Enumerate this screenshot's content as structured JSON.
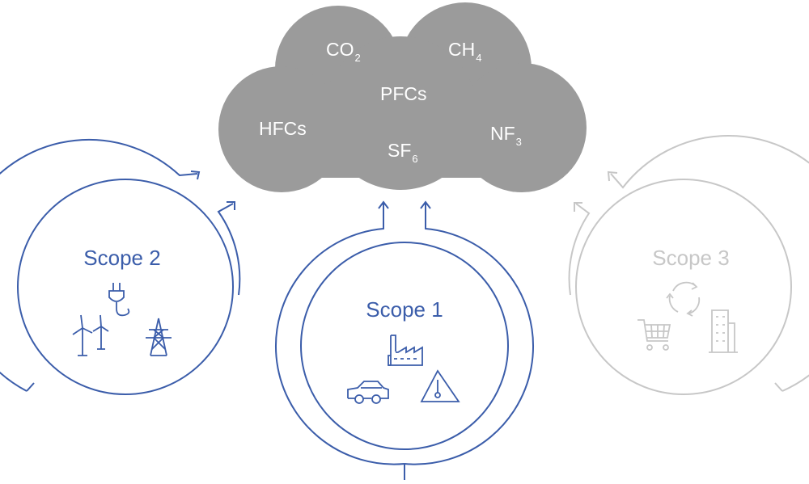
{
  "cloud": {
    "color": "#9b9b9b",
    "gases": {
      "co2": {
        "main": "CO",
        "sub": "2"
      },
      "ch4": {
        "main": "CH",
        "sub": "4"
      },
      "pfcs": {
        "main": "PFCs"
      },
      "hfcs": {
        "main": "HFCs"
      },
      "sf6": {
        "main": "SF",
        "sub": "6"
      },
      "nf3": {
        "main": "NF",
        "sub": "3"
      }
    }
  },
  "scopes": {
    "scope1": {
      "label": "Scope 1",
      "color": "#3b5daa",
      "icons": [
        "factory-icon",
        "car-icon",
        "temperature-warning-icon"
      ]
    },
    "scope2": {
      "label": "Scope 2",
      "color": "#3b5daa",
      "icons": [
        "power-plug-icon",
        "wind-turbines-icon",
        "transmission-tower-icon"
      ]
    },
    "scope3": {
      "label": "Scope 3",
      "color": "#c7c7c7",
      "icons": [
        "recycle-arrows-icon",
        "shopping-cart-icon",
        "office-building-icon"
      ]
    }
  }
}
